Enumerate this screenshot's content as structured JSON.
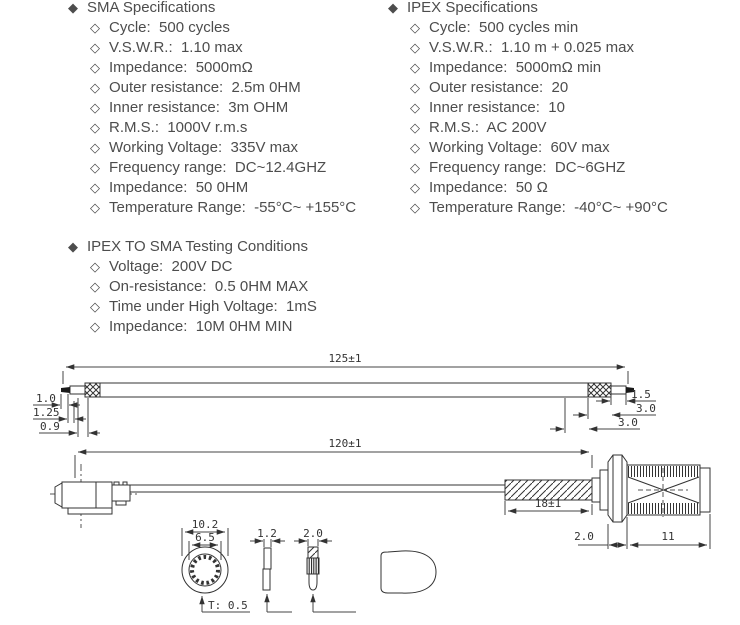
{
  "colors": {
    "text": "#4d4d4d",
    "line": "#333333",
    "background": "#ffffff"
  },
  "bullets": {
    "header": "◆",
    "item": "◇"
  },
  "sections": {
    "sma": {
      "title": "SMA Specifications",
      "items": [
        "Cycle:  500 cycles",
        "V.S.W.R.:  1.10 max",
        "Impedance:  5000mΩ",
        "Outer resistance:  2.5m 0HM",
        "Inner resistance:  3m OHM",
        "R.M.S.:  1000V r.m.s",
        "Working Voltage:  335V max",
        "Frequency range:  DC~12.4GHZ",
        "Impedance:  50 0HM",
        "Temperature Range:  -55°C~ +155°C"
      ]
    },
    "ipex": {
      "title": "IPEX Specifications",
      "items": [
        "Cycle:  500 cycles min",
        "V.S.W.R.:  1.10 m + 0.025 max",
        "Impedance:  5000mΩ min",
        "Outer resistance:  20",
        "Inner resistance:  10",
        "R.M.S.:  AC 200V",
        "Working Voltage:  60V max",
        "Frequency range:  DC~6GHZ",
        "Impedance:  50 Ω",
        "Temperature Range:  -40°C~ +90°C"
      ]
    },
    "testing": {
      "title": "IPEX TO SMA Testing Conditions",
      "items": [
        "Voltage:  200V DC",
        "On-resistance:  0.5 0HM MAX",
        "Time under High Voltage:  1mS",
        "Impedance:  10M 0HM MIN"
      ]
    }
  },
  "drawings": {
    "cable": {
      "overall_length": "125±1",
      "left_dims": {
        "d1": "1.0",
        "d2": "1.25",
        "d3": "0.9"
      },
      "right_dims": {
        "d1": "1.5",
        "d2": "3.0",
        "d3": "3.0"
      }
    },
    "assembly": {
      "overall_length": "120±1",
      "heat_shrink_length": "18±1",
      "hex_width": "2.0",
      "thread_length": "11"
    },
    "parts": {
      "washer_outer_dia": "10.2",
      "washer_inner_dia": "6.5",
      "washer_thickness": "T: 0.5",
      "pin_small_dia": "1.2",
      "pin_large_dia": "2.0"
    }
  }
}
